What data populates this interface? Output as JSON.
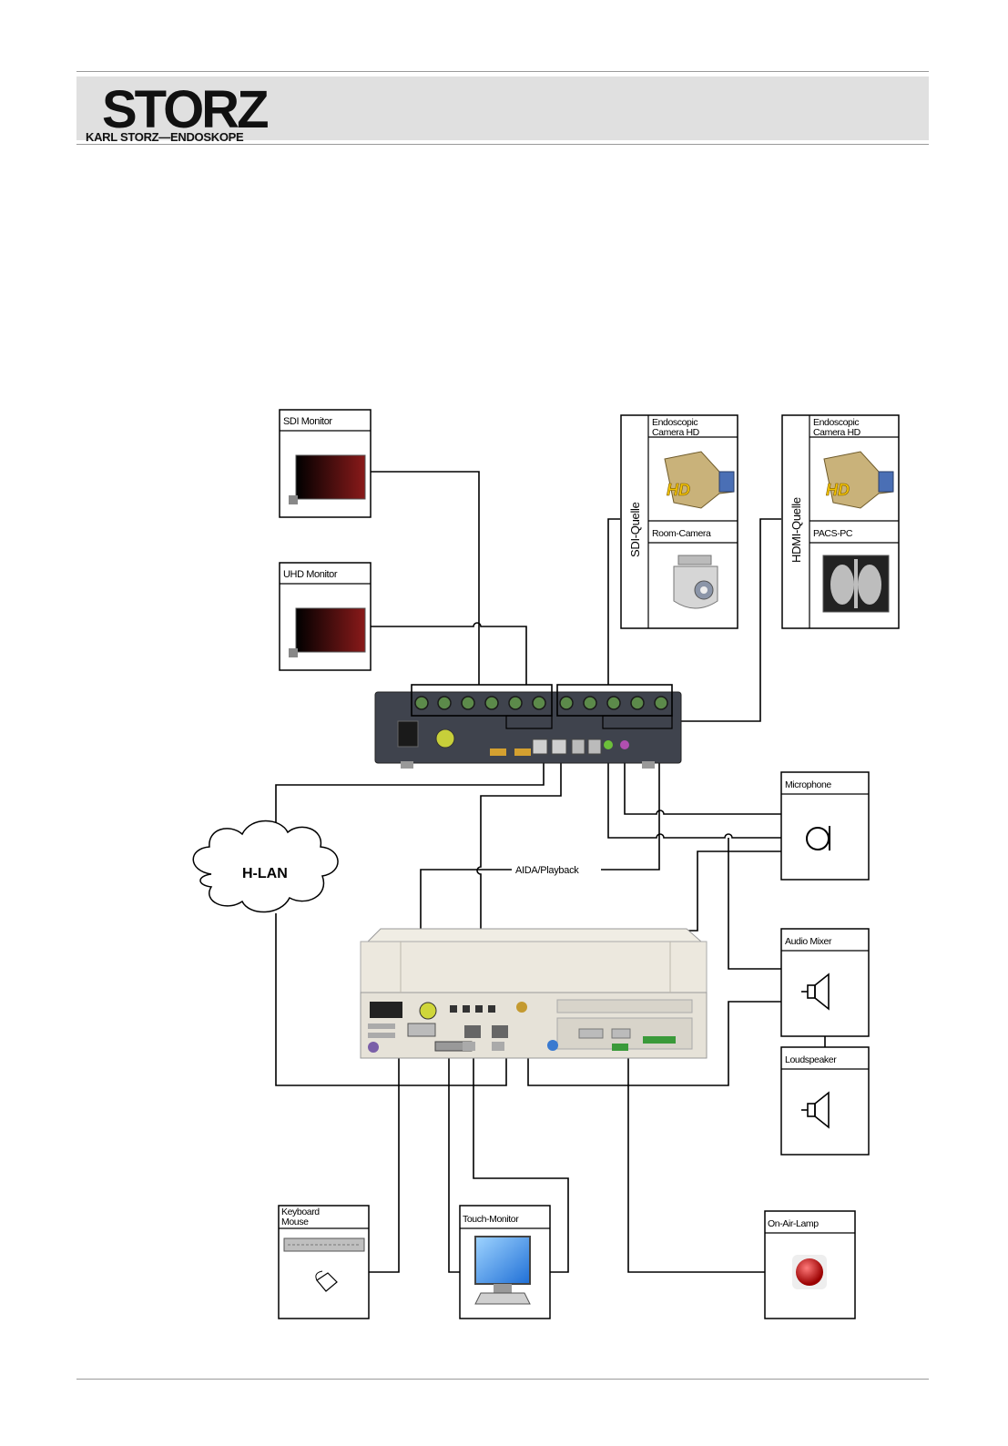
{
  "header": {
    "logo_main": "STORZ",
    "logo_sub": "KARL STORZ—ENDOSKOPE"
  },
  "devices": {
    "sdi_monitor": "SDI Monitor",
    "uhd_monitor": "UHD Monitor",
    "endo_cam_1_line1": "Endoscopic",
    "endo_cam_1_line2": "Camera HD",
    "room_camera": "Room-Camera",
    "endo_cam_2_line1": "Endoscopic",
    "endo_cam_2_line2": "Camera HD",
    "pacs_pc": "PACS-PC",
    "microphone": "Microphone",
    "audio_mixer": "Audio Mixer",
    "loudspeaker": "Loudspeaker",
    "keyboard_line1": "Keyboard",
    "keyboard_line2": "Mouse",
    "touch_monitor": "Touch-Monitor",
    "on_air_lamp": "On-Air-Lamp"
  },
  "groups": {
    "sdi_source": "SDI-Quelle",
    "hdmi_source": "HDMI-Quelle"
  },
  "network": {
    "cloud": "H-LAN"
  },
  "connections": {
    "aida_playback": "AIDA/Playback"
  },
  "badges": {
    "hd": "HD"
  },
  "colors": {
    "line": "#000000",
    "header_band": "#e0e0e0",
    "unit_dark": "#3f434d",
    "unit_light": "#e6e2d8",
    "lamp": "#c01010"
  }
}
